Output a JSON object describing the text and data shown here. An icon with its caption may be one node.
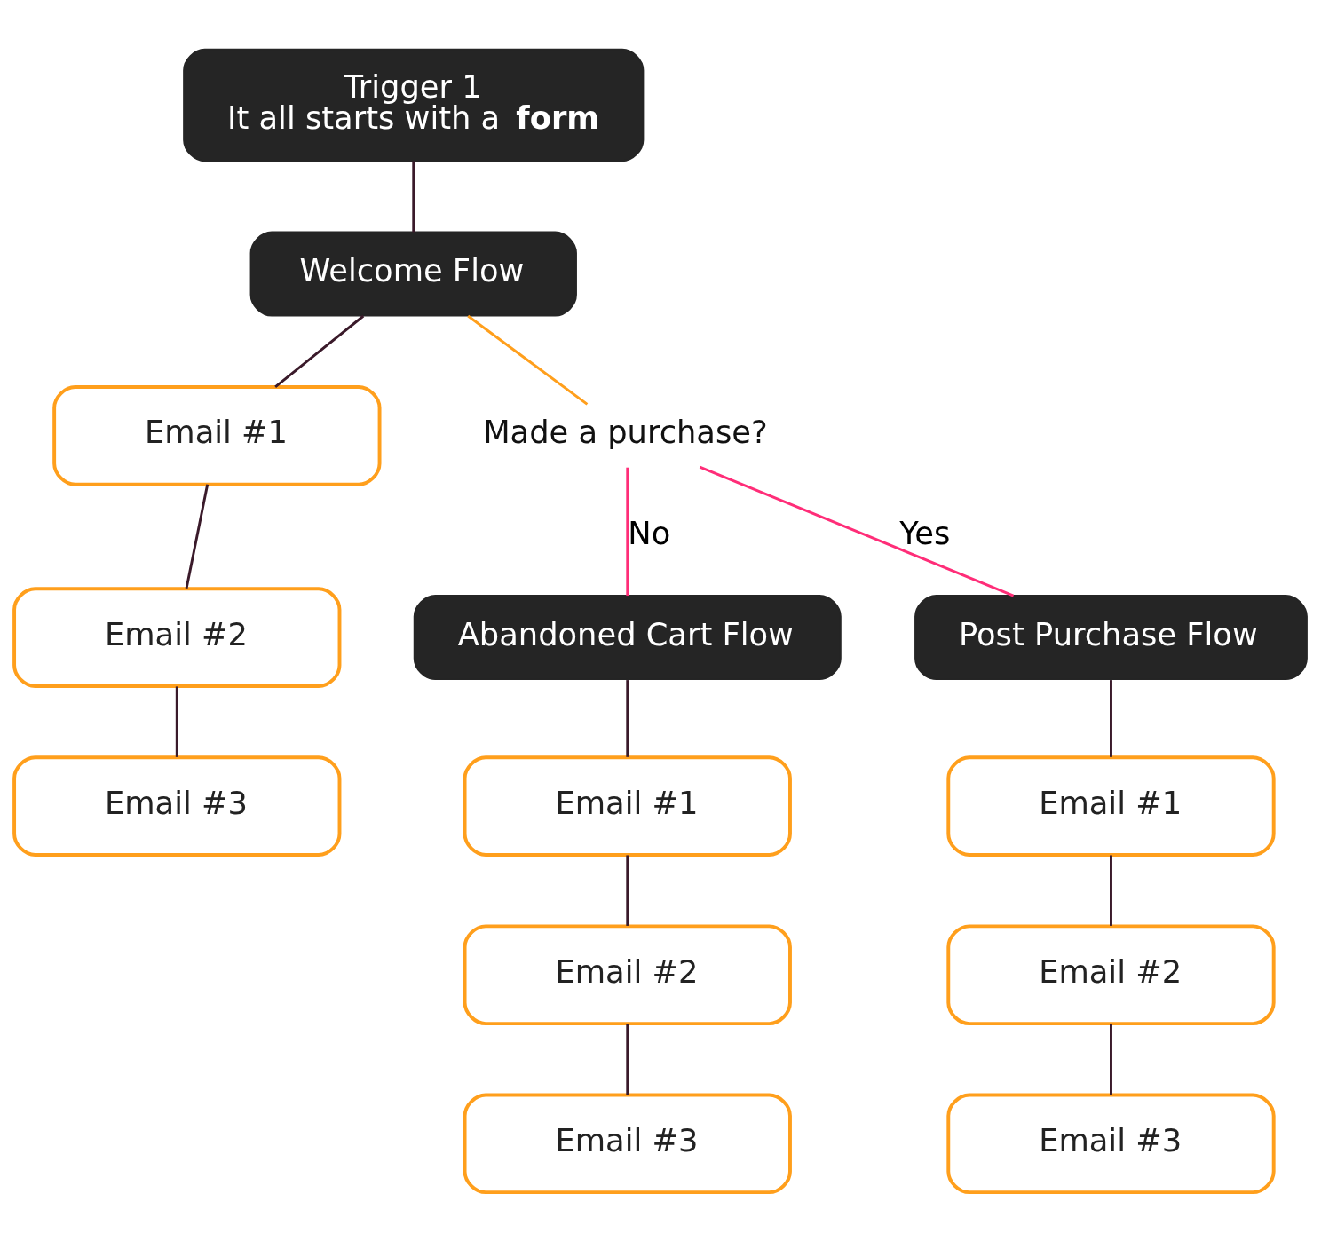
{
  "diagram": {
    "nodes": [
      {
        "text": [
          "Trigger 1",
          "It all starts with a **form**"
        ]
      },
      {
        "text": [
          "Welcome Flow"
        ]
      },
      {
        "text": [
          "Email #1"
        ]
      },
      {
        "text": [
          "Email #2"
        ]
      },
      {
        "text": [
          "Email #3"
        ]
      },
      {
        "text": [
          "Made a purchase?"
        ]
      },
      {
        "text": [
          "Abandoned Cart Flow"
        ]
      },
      {
        "text": [
          "Email #1"
        ]
      },
      {
        "text": [
          "Email #2"
        ]
      },
      {
        "text": [
          "Email #3"
        ]
      },
      {
        "text": [
          "Post Purchase Flow"
        ]
      },
      {
        "text": [
          "Email #1"
        ]
      },
      {
        "text": [
          "Email #2"
        ]
      },
      {
        "text": [
          "Email #3"
        ]
      }
    ],
    "edges": [
      {
        "from": 0,
        "to": 1,
        "arrow": "none"
      },
      {
        "from": 1,
        "to": 2,
        "arrow": "none"
      },
      {
        "from": 2,
        "to": 3,
        "arrow": "none"
      },
      {
        "from": 3,
        "to": 4,
        "arrow": "none"
      },
      {
        "from": 1,
        "to": 5,
        "arrow": "none",
        "color": "#ff9f1c"
      },
      {
        "from": 5,
        "to": 10,
        "arrow": "none",
        "label": "Yes",
        "color": "#ff2d78"
      },
      {
        "from": 5,
        "to": 6,
        "arrow": "none",
        "label": "No",
        "color": "#ff2d78"
      },
      {
        "from": 6,
        "to": 7,
        "arrow": "none"
      },
      {
        "from": 7,
        "to": 8,
        "arrow": "none"
      },
      {
        "from": 8,
        "to": 9,
        "arrow": "none"
      },
      {
        "from": 10,
        "to": 11,
        "arrow": "none"
      },
      {
        "from": 11,
        "to": 12,
        "arrow": "none"
      },
      {
        "from": 12,
        "to": 13,
        "arrow": "none"
      }
    ]
  }
}
